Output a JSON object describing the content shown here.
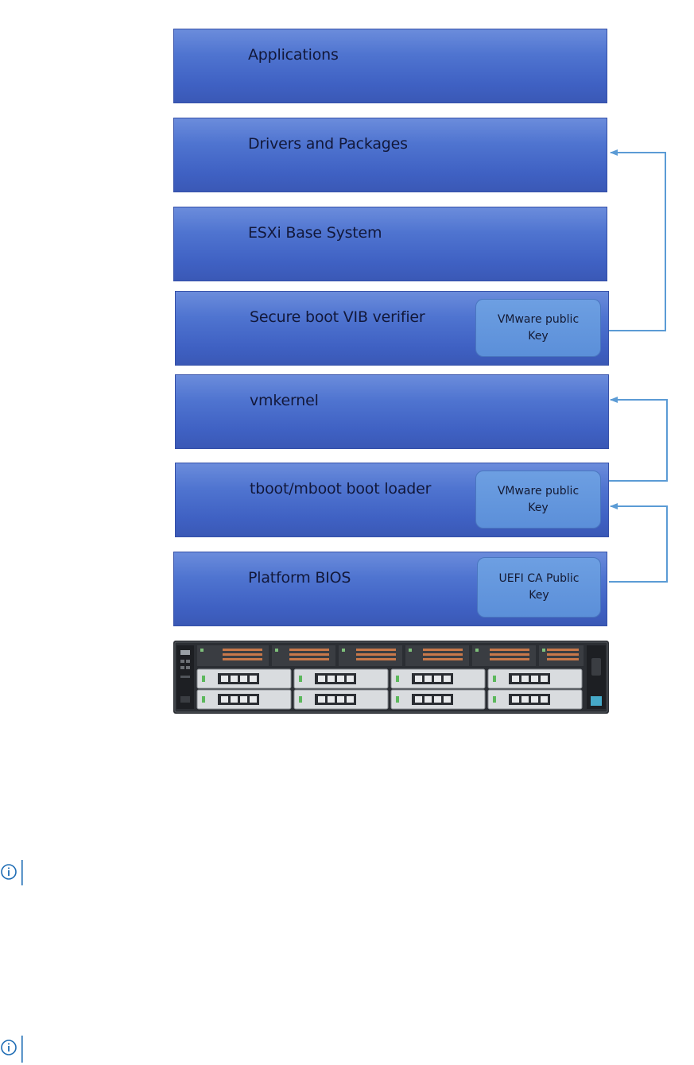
{
  "layers": [
    {
      "id": "applications",
      "label": "Applications"
    },
    {
      "id": "drivers",
      "label": "Drivers and Packages"
    },
    {
      "id": "esxi",
      "label": "ESXi Base System"
    },
    {
      "id": "verifier",
      "label": "Secure boot VIB verifier"
    },
    {
      "id": "vmkernel",
      "label": "vmkernel"
    },
    {
      "id": "bootloader",
      "label": "tboot/mboot boot loader"
    },
    {
      "id": "bios",
      "label": "Platform BIOS"
    }
  ],
  "keys": {
    "verifier": {
      "line1": "VMware public",
      "line2": "Key"
    },
    "bootloader": {
      "line1": "VMware public",
      "line2": "Key"
    },
    "bios": {
      "line1": "UEFI CA Public",
      "line2": "Key"
    }
  },
  "colors": {
    "layer_fill": "#4f74d0",
    "key_fill": "#5b8fd9",
    "arrow": "#5b9bd5",
    "server_chassis": "#2b2e33"
  },
  "icons": {
    "hardware": "rack-server-icon",
    "notes": "info-circle-icon"
  }
}
